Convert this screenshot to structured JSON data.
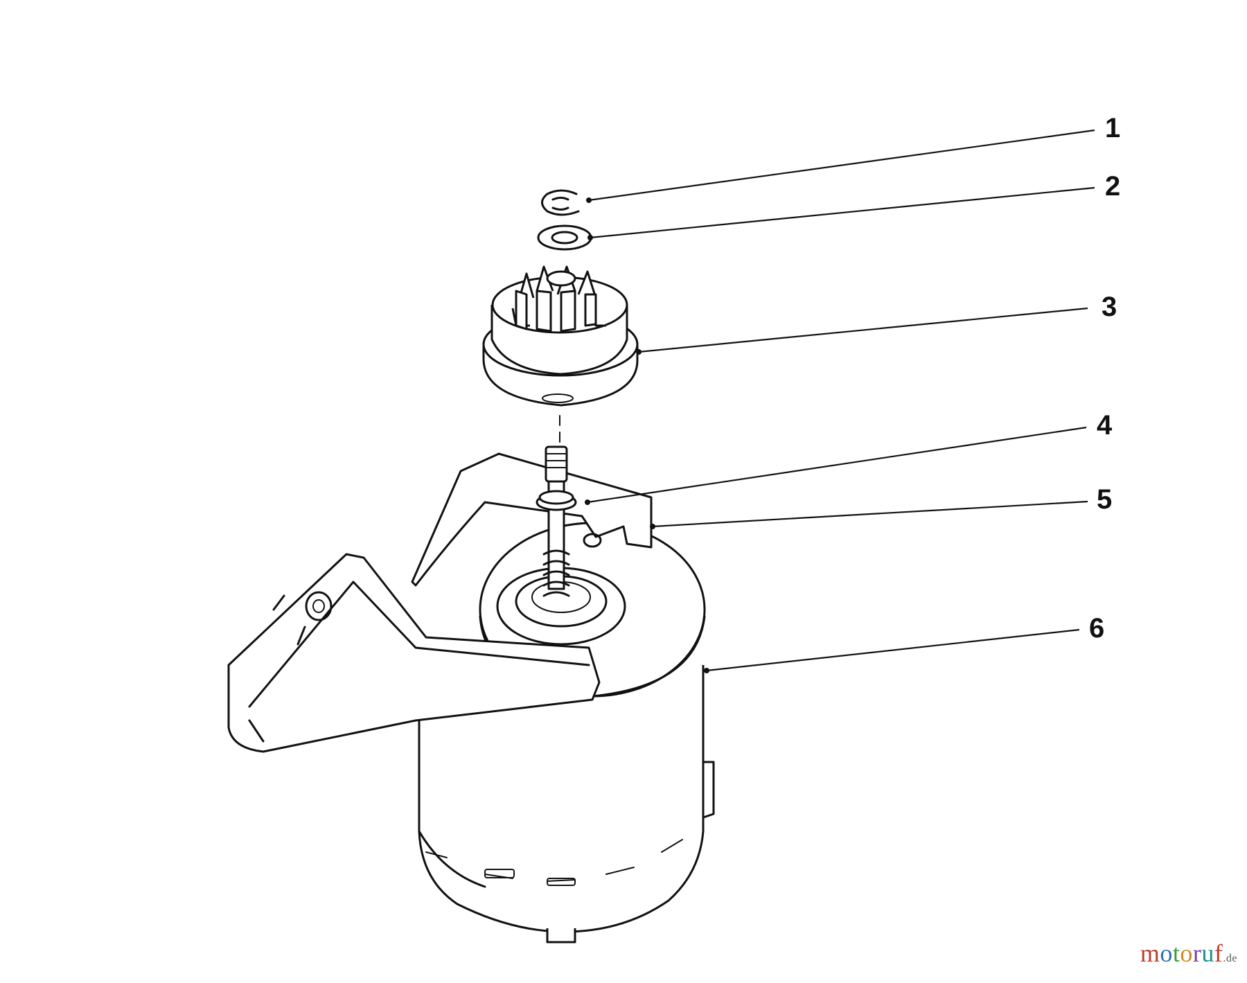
{
  "callouts": [
    {
      "number": "1",
      "part": "E-ring retainer"
    },
    {
      "number": "2",
      "part": "thrust washer"
    },
    {
      "number": "3",
      "part": "pinion drive gear"
    },
    {
      "number": "4",
      "part": "armature shaft collar"
    },
    {
      "number": "5",
      "part": "mounting bracket"
    },
    {
      "number": "6",
      "part": "starter motor housing"
    }
  ],
  "watermark": {
    "name": "motoruf",
    "tld": ".de"
  },
  "colors": {
    "ink": "#111111",
    "background": "#ffffff"
  }
}
